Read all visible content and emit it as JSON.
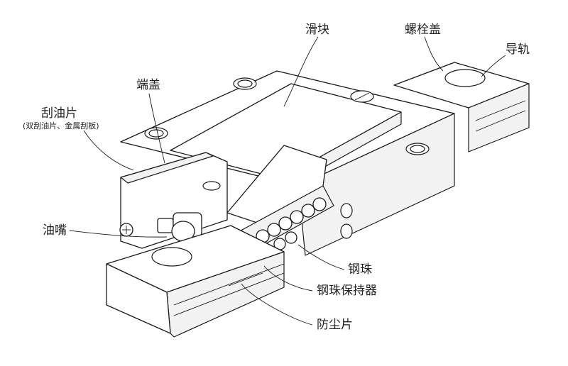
{
  "labels": {
    "slider": "滑块",
    "bolt_cap": "螺栓盖",
    "guide_rail": "导轨",
    "end_cap": "端盖",
    "scraper": "刮油片",
    "scraper_note": "(双刮油片、金属刮板)",
    "grease_nipple": "油嘴",
    "steel_ball": "钢珠",
    "ball_retainer": "钢珠保持器",
    "dust_seal": "防尘片"
  },
  "colors": {
    "line": "#1a1a1a",
    "face": "#ffffff",
    "shade": "#f2f2f2"
  }
}
